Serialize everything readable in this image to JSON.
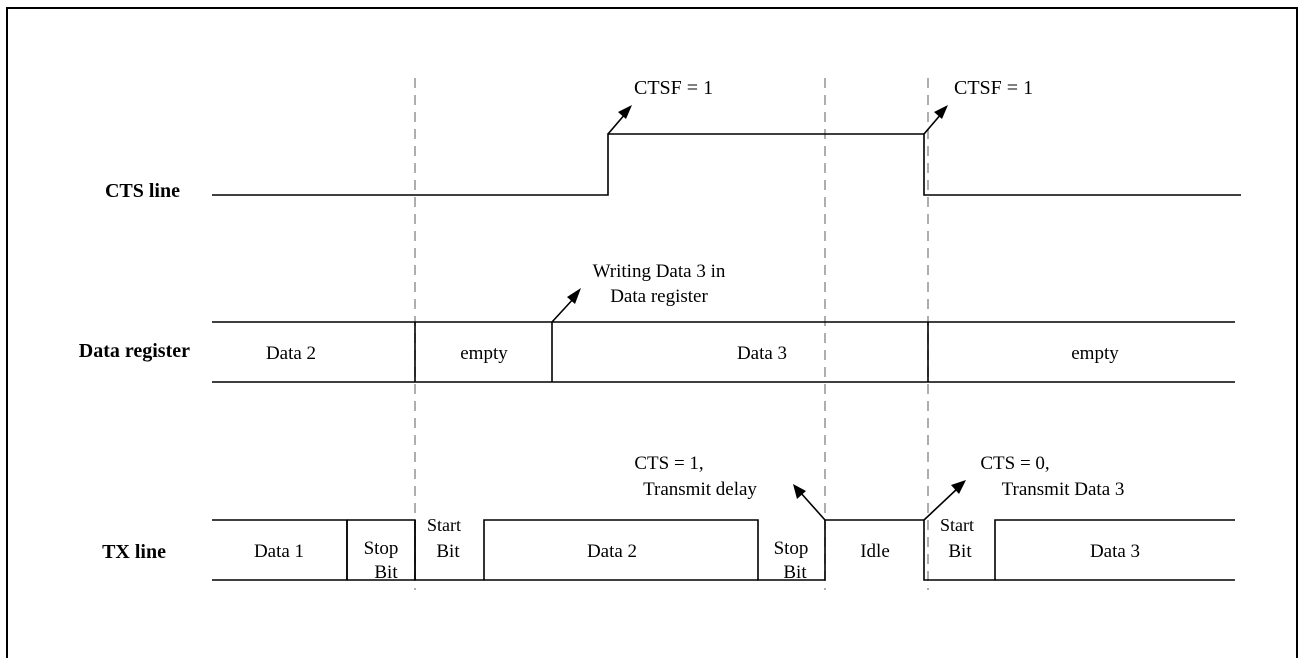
{
  "signal_labels": {
    "cts": "CTS line",
    "data_register": "Data register",
    "tx": "TX line"
  },
  "annotations": {
    "ctsf_1": "CTSF = 1",
    "ctsf_2": "CTSF = 1",
    "writing_line1": "Writing Data 3 in",
    "writing_line2": "Data register",
    "cts1_line1": "CTS = 1,",
    "cts1_line2": "Transmit delay",
    "cts0_line1": "CTS = 0,",
    "cts0_line2": "Transmit Data 3"
  },
  "data_register": {
    "seg1": "Data 2",
    "seg2": "empty",
    "seg3": "Data 3",
    "seg4": "empty"
  },
  "tx_line": {
    "data1": "Data 1",
    "stop1_a": "Stop",
    "stop1_b": "Bit",
    "start1_a": "Start",
    "start1_b": "Bit",
    "data2": "Data 2",
    "stop2_a": "Stop",
    "stop2_b": "Bit",
    "idle": "Idle",
    "start2_a": "Start",
    "start2_b": "Bit",
    "data3": "Data 3"
  },
  "colors": {
    "line": "#000000",
    "dashed_marker": "#9a9a9a",
    "background": "#ffffff"
  }
}
